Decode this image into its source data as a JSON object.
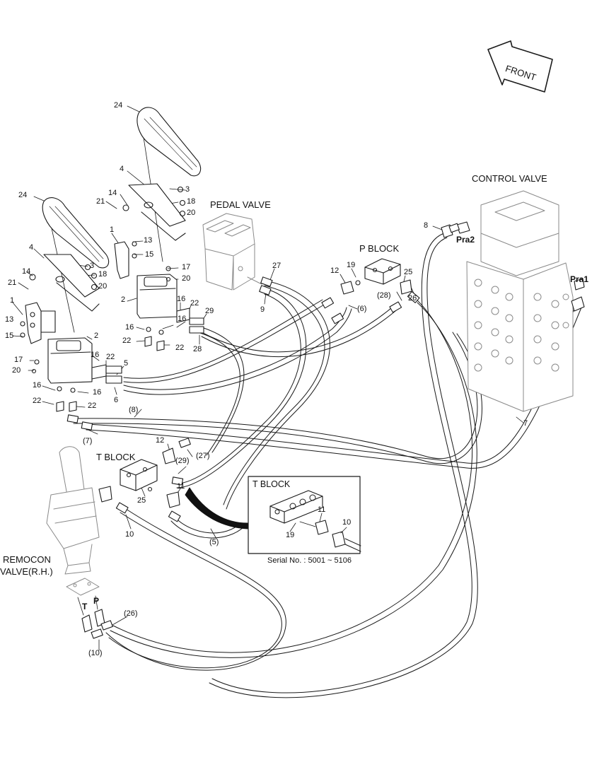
{
  "headings": {
    "control_valve": "CONTROL VALVE",
    "pedal_valve": "PEDAL VALVE",
    "p_block": "P BLOCK",
    "t_block": "T BLOCK",
    "remocon_line1": "REMOCON",
    "remocon_line2": "VALVE(R.H.)",
    "front": "FRONT",
    "pra1": "Pra1",
    "pra2": "Pra2",
    "port_t": "T",
    "port_p": "P"
  },
  "inset": {
    "title": "T BLOCK",
    "serial": "Serial No. : 5001 ~ 5106",
    "callouts": {
      "c11": "11",
      "c10": "10",
      "c19": "19"
    }
  },
  "callouts": {
    "c24a": "24",
    "c24b": "24",
    "c4a": "4",
    "c4b": "4",
    "c3a": "3",
    "c3b": "3",
    "c14a": "14",
    "c14b": "14",
    "c21a": "21",
    "c21b": "21",
    "c18a": "18",
    "c18b": "18",
    "c20a": "20",
    "c20b": "20",
    "c20c": "20",
    "c20d": "20",
    "c1a": "1",
    "c1b": "1",
    "c13a": "13",
    "c13b": "13",
    "c15a": "15",
    "c15b": "15",
    "c17a": "17",
    "c17b": "17",
    "c2a": "2",
    "c2b": "2",
    "c16a": "16",
    "c16b": "16",
    "c16c": "16",
    "c16d": "16",
    "c16e": "16",
    "c16f": "16",
    "c22a": "22",
    "c22b": "22",
    "c22c": "22",
    "c22d": "22",
    "c22e": "22",
    "c22f": "22",
    "c5": "5",
    "c6": "6",
    "c29": "29",
    "c28": "28",
    "c27": "27",
    "c9": "9",
    "c12a": "12",
    "c12b": "12",
    "c19": "19",
    "c25a": "25",
    "c25b": "25",
    "c26": "26",
    "c8": "8",
    "c7": "7",
    "c11": "11",
    "c10": "10",
    "p6": "(6)",
    "p28": "(28)",
    "p8": "(8)",
    "p7": "(7)",
    "p27": "(27)",
    "p29": "(29)",
    "p5": "(5)",
    "p26": "(26)",
    "p10": "(10)"
  }
}
